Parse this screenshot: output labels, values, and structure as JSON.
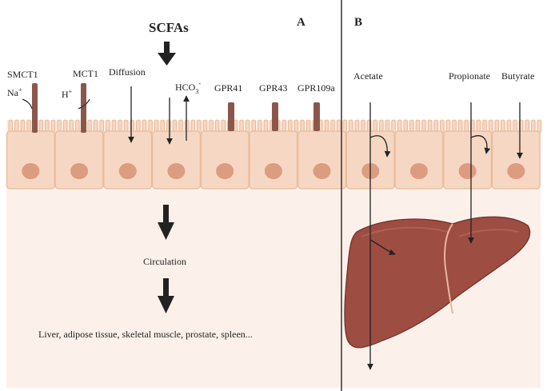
{
  "title": "SCFAs",
  "panels": {
    "a": "A",
    "b": "B"
  },
  "transporters": {
    "smct1": "SMCT1",
    "mct1": "MCT1",
    "diffusion": "Diffusion",
    "gpr41": "GPR41",
    "gpr43": "GPR43",
    "gpr109a": "GPR109a"
  },
  "ions": {
    "na": "Na",
    "na_sup": "+",
    "h": "H",
    "h_sup": "+",
    "hco3": "HCO",
    "hco3_sub": "3",
    "hco3_sup": "-"
  },
  "flow": {
    "circulation": "Circulation",
    "targets": "Liver, adipose tissue, skeletal muscle, prostate, spleen..."
  },
  "metabolites": {
    "acetate": "Acetate",
    "propionate": "Propionate",
    "butyrate": "Butyrate"
  },
  "colors": {
    "cell_fill": "#f6d7c3",
    "cell_stroke": "#e9b999",
    "nucleus": "#dc9c80",
    "tissue_bg": "#fcf1ea",
    "receptor": "#8c574b",
    "liver": "#9e4d43",
    "liver_dark": "#6e2e28",
    "divider": "#333333"
  }
}
